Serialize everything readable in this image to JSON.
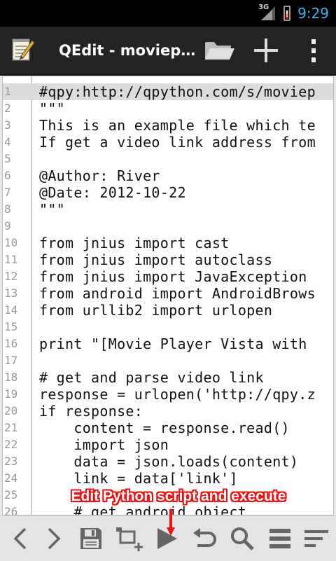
{
  "status_bar": {
    "network": "3G",
    "time": "9:29"
  },
  "action_bar": {
    "title": "QEdit - moviep…",
    "icons": [
      "notepad-icon",
      "folder-open-icon",
      "plus-icon",
      "overflow-menu-icon"
    ]
  },
  "editor": {
    "lines": [
      {
        "n": "1",
        "code": "#qpy:http://qpython.com/s/moviep"
      },
      {
        "n": "2",
        "code": "\"\"\""
      },
      {
        "n": "3",
        "code": "This is an example file which te"
      },
      {
        "n": "4",
        "code": "If get a video link address from"
      },
      {
        "n": "5",
        "code": ""
      },
      {
        "n": "6",
        "code": "@Author: River"
      },
      {
        "n": "7",
        "code": "@Date: 2012-10-22"
      },
      {
        "n": "8",
        "code": "\"\"\""
      },
      {
        "n": "9",
        "code": ""
      },
      {
        "n": "10",
        "code": "from jnius import cast"
      },
      {
        "n": "11",
        "code": "from jnius import autoclass"
      },
      {
        "n": "12",
        "code": "from jnius import JavaException"
      },
      {
        "n": "13",
        "code": "from android import AndroidBrows"
      },
      {
        "n": "14",
        "code": "from urllib2 import urlopen"
      },
      {
        "n": "15",
        "code": ""
      },
      {
        "n": "16",
        "code": "print \"[Movie Player Vista with"
      },
      {
        "n": "17",
        "code": ""
      },
      {
        "n": "18",
        "code": "# get and parse video link"
      },
      {
        "n": "19",
        "code": "response = urlopen('http://qpy.z"
      },
      {
        "n": "20",
        "code": "if response:"
      },
      {
        "n": "21",
        "code": "    content = response.read()"
      },
      {
        "n": "22",
        "code": "    import json"
      },
      {
        "n": "23",
        "code": "    data = json.loads(content)"
      },
      {
        "n": "24",
        "code": "    link = data['link']"
      },
      {
        "n": "25",
        "code": ""
      },
      {
        "n": "26",
        "code": "    # get android object"
      }
    ]
  },
  "annotation": {
    "text": "Edit Python script and execute",
    "color": "#ee1111"
  },
  "toolbar": {
    "buttons": [
      "back-icon",
      "forward-icon",
      "save-icon",
      "snippets-icon",
      "run-icon",
      "undo-icon",
      "search-icon",
      "goto-icon",
      "format-icon"
    ]
  },
  "colors": {
    "accent": "#34b5e5",
    "action_bar": "#232323"
  }
}
